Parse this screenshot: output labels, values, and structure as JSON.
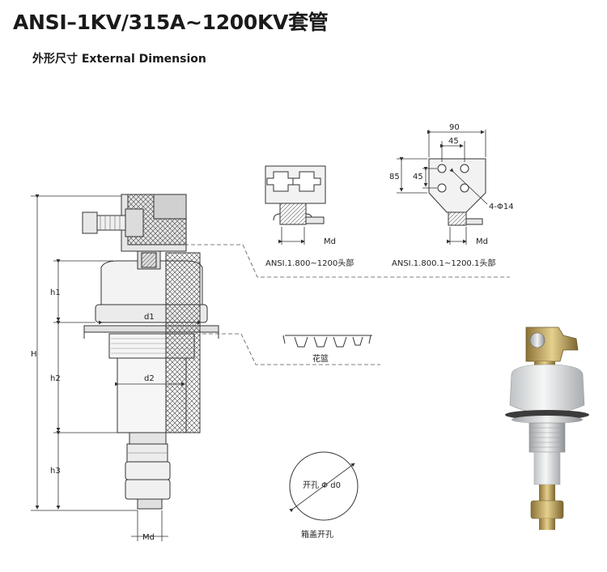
{
  "title": "ANSI–1KV/315A~1200KV套管",
  "subtitle": "外形尺寸 External Dimension",
  "main_drawing": {
    "dim_labels": {
      "H": "H",
      "h1": "h1",
      "h2": "h2",
      "h3": "h3",
      "d1": "d1",
      "d2": "d2",
      "Md": "Md"
    }
  },
  "head_a": {
    "md_label": "Md",
    "caption": "ANSI.1.800~1200头部"
  },
  "head_b": {
    "dim_top": "90",
    "dim_inner": "45",
    "dim_height": "85",
    "dim_height_inner": "45",
    "hole_label": "4-Φ14",
    "md_label": "Md",
    "caption": "ANSI.1.800.1~1200.1头部"
  },
  "basket": {
    "caption": "花篮"
  },
  "cover_hole": {
    "inner_label": "开孔 Φ d0",
    "caption": "箱盖开孔"
  },
  "colors": {
    "line": "#333333",
    "metal": "#d9d9d9",
    "porcelain": "#e8e8e8",
    "photo_brass": "#c9b070"
  }
}
